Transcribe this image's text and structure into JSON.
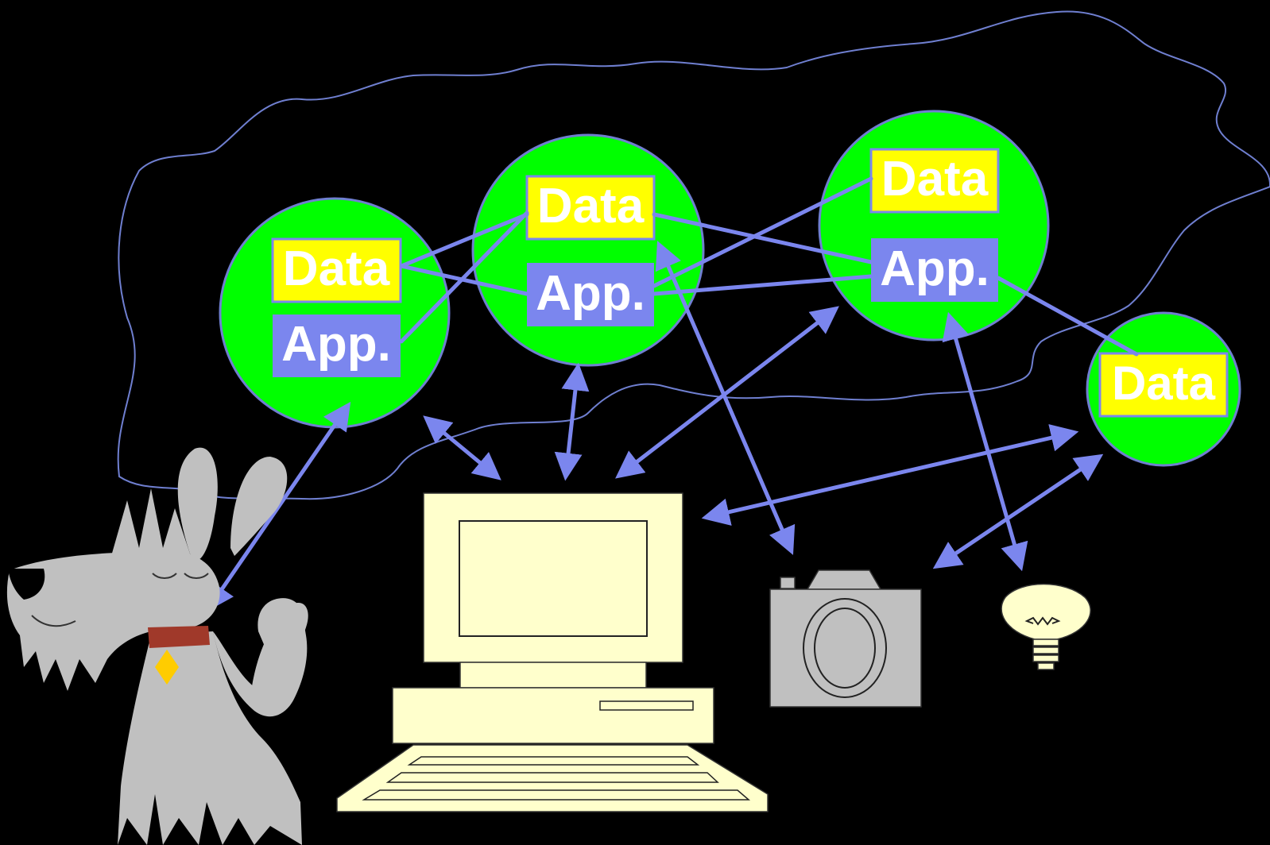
{
  "colors": {
    "background": "#000000",
    "node_fill": "#00ff00",
    "node_stroke": "#6f7fd0",
    "data_box": "#ffff00",
    "app_box": "#7b86ee",
    "arrow": "#7b86ee",
    "cloud": "#6f7fd0",
    "device_cream": "#ffffcc",
    "device_grey": "#c0c0c0"
  },
  "nodes": [
    {
      "id": "node-1",
      "data_label": "Data",
      "app_label": "App."
    },
    {
      "id": "node-2",
      "data_label": "Data",
      "app_label": "App."
    },
    {
      "id": "node-3",
      "data_label": "Data",
      "app_label": "App."
    },
    {
      "id": "node-4",
      "data_label": "Data"
    }
  ],
  "devices": [
    {
      "id": "dog",
      "icon": "dog-icon"
    },
    {
      "id": "computer",
      "icon": "computer-icon"
    },
    {
      "id": "camera",
      "icon": "camera-icon"
    },
    {
      "id": "light-bulb",
      "icon": "light-bulb-icon"
    }
  ]
}
